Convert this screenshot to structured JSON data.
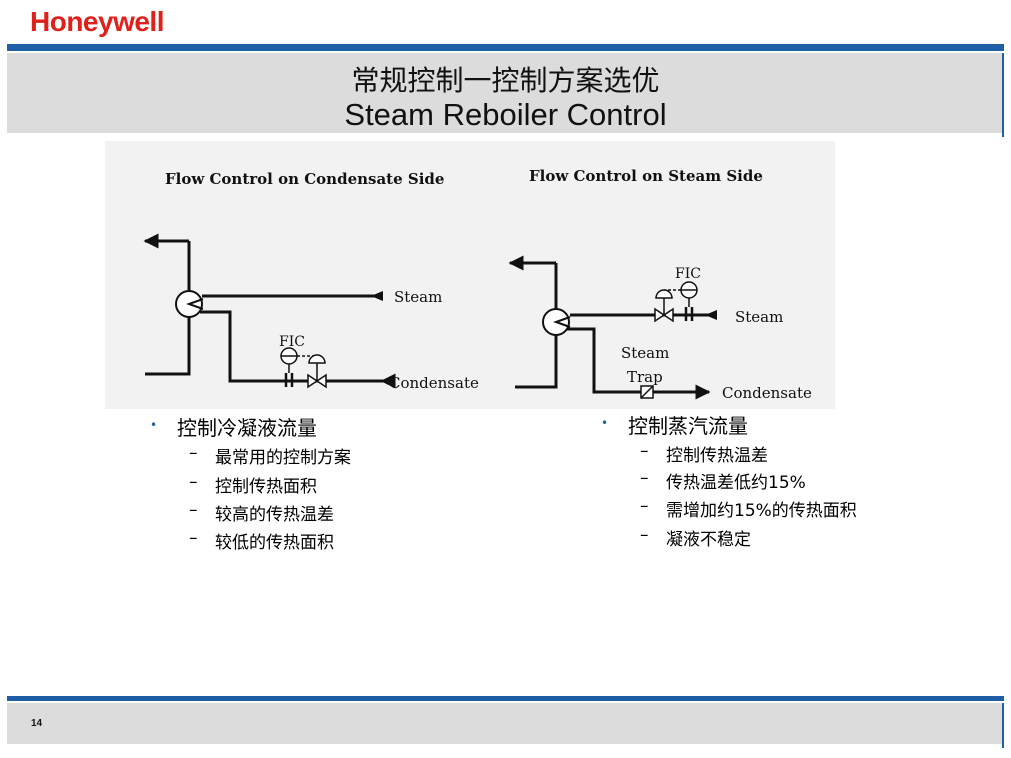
{
  "brand": {
    "logo_text": "Honeywell"
  },
  "header": {
    "title_cn": "常规控制一控制方案选优",
    "title_en": "Steam Reboiler Control"
  },
  "diagram": {
    "left": {
      "heading": "Flow Control on Condensate Side",
      "label_steam": "Steam",
      "label_condensate": "Condensate",
      "label_fic": "FIC"
    },
    "right": {
      "heading": "Flow Control on Steam Side",
      "label_steam": "Steam",
      "label_condensate": "Condensate",
      "label_fic": "FIC",
      "label_trap_line1": "Steam",
      "label_trap_line2": "Trap"
    }
  },
  "notes": {
    "left": {
      "main": "控制冷凝液流量",
      "items": [
        "最常用的控制方案",
        "控制传热面积",
        "较高的传热温差",
        "较低的传热面积"
      ]
    },
    "right": {
      "main": "控制蒸汽流量",
      "items": [
        "控制传热温差",
        "传热温差低约15%",
        "需增加约15%的传热面积",
        "凝液不稳定"
      ]
    }
  },
  "footer": {
    "page_number": "14"
  },
  "colors": {
    "brand_red": "#e0211b",
    "accent_blue": "#1f5fa8",
    "band_gray": "#dcdcdc"
  }
}
